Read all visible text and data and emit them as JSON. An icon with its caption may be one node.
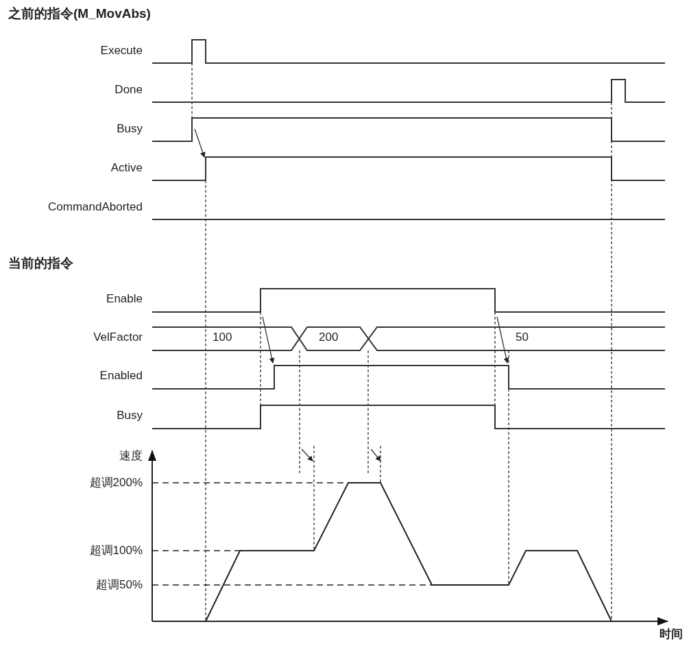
{
  "diagram": {
    "title": "之前的指令(M_MovAbs)",
    "labels": [
      "Execute",
      "Done",
      "Busy",
      "Active",
      "CommandAborted",
      "当前的指令",
      "Enable",
      "VelFactor",
      "100",
      "200",
      "50",
      "Enabled",
      "Busy",
      "速度",
      "超调200%",
      "超调100%",
      "超调50%",
      "时间"
    ]
  }
}
